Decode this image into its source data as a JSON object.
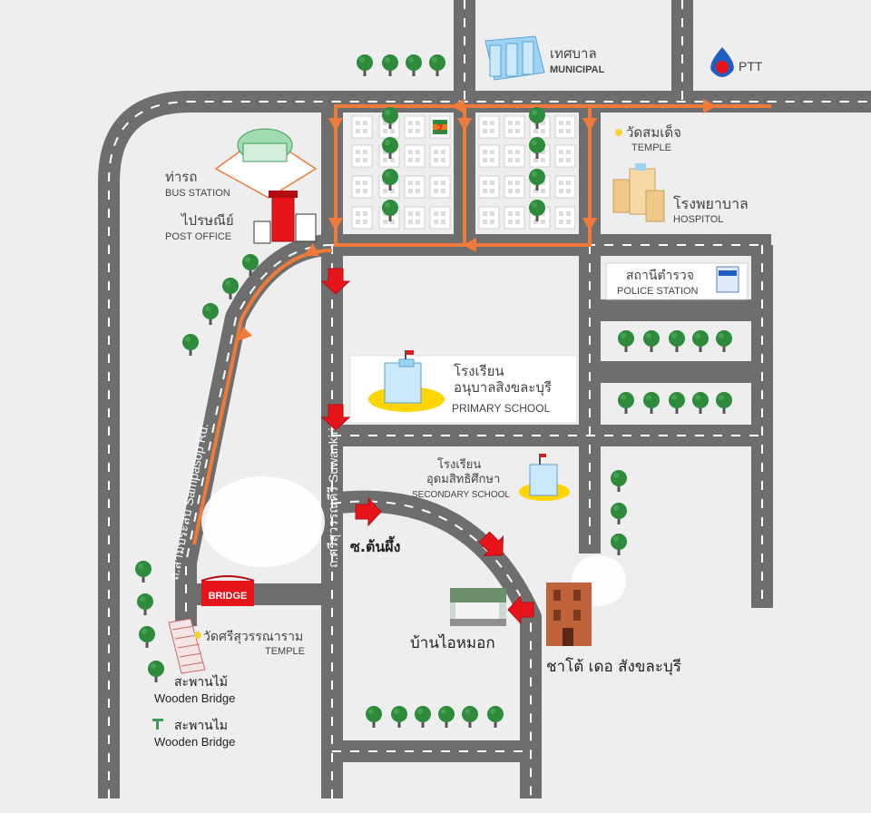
{
  "colors": {
    "background": "#eeeeee",
    "road": "#6e6e6e",
    "road_dash": "#ffffff",
    "route": "#f07a3a",
    "arrow_red": "#e8141c",
    "tree_green": "#2e8b3c",
    "block": "#dadada",
    "label_gray": "#444444",
    "school_yellow": "#ffd400",
    "temple_dot": "#f5d33b"
  },
  "labels": {
    "municipal_th": "เทศบาล",
    "municipal_en": "MUNICIPAL",
    "ptt": "PTT",
    "temple_top_th": "วัดสมเด็จ",
    "temple_top_en": "TEMPLE",
    "hospital_th": "โรงพยาบาล",
    "hospital_en": "HOSPITOL",
    "bus_station_th": "ท่ารถ",
    "bus_station_en": "BUS STATION",
    "post_office_th": "ไปรษณีย์",
    "post_office_en": "POST OFFICE",
    "police_station_th": "สถานีตำรวจ",
    "police_station_en": "POLICE STATION",
    "primary_school_th1": "โรงเรียน",
    "primary_school_th2": "อนุบาลสิงขละบุรี",
    "primary_school_en": "PRIMARY SCHOOL",
    "secondary_school_th1": "โรงเรียน",
    "secondary_school_th2": "อุดมสิทธิศึกษา",
    "secondary_school_en": "SECONDARY SCHOOL",
    "road_sampasop": "ถ.สามประสบ Sampasop Rd.",
    "road_srisuwankiri": "ถ.ศรีสุวรรณคีรี Suwankiri Rd.",
    "soi_tonphueng": "ซ.ต้นผึ้ง",
    "ban_ai_mok": "บ้านไอหมอก",
    "chateau": "ชาโต้ เดอ สังขละบุรี",
    "bridge": "BRIDGE",
    "temple_bottom_th": "วัดศรีสุวรรณาราม",
    "temple_bottom_en": "TEMPLE",
    "wooden_bridge_th_1": "สะพานไม้",
    "wooden_bridge_en_1": "Wooden Bridge",
    "wooden_bridge_th_2": "สะพานไม",
    "wooden_bridge_en_2": "Wooden Bridge",
    "seven_eleven": "7"
  }
}
